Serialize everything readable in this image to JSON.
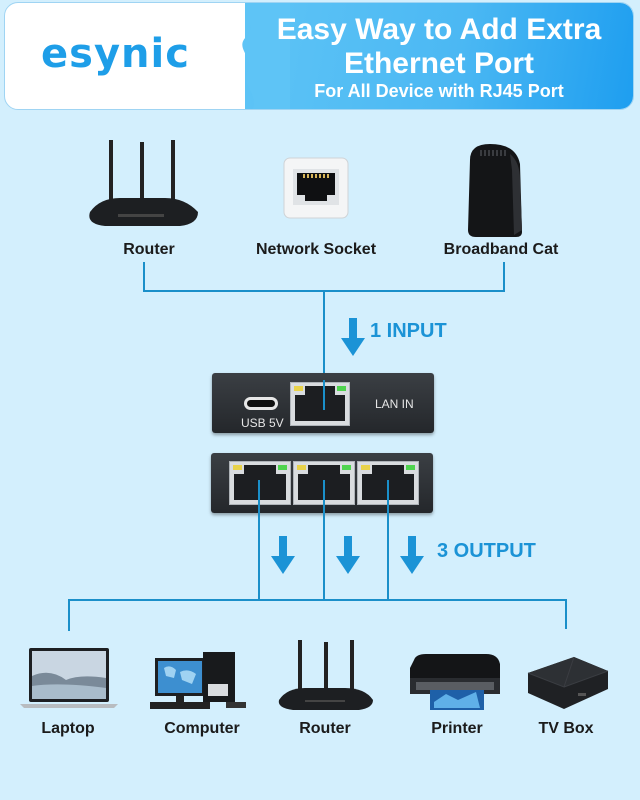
{
  "header": {
    "brand": "esynic",
    "title_line1": "Easy Way to Add Extra",
    "title_line2": "Ethernet Port",
    "subtitle": "For All Device with RJ45 Port"
  },
  "sources": [
    {
      "label": "Router",
      "icon": "router-icon"
    },
    {
      "label": "Network Socket",
      "icon": "network-socket-icon"
    },
    {
      "label": "Broadband Cat",
      "icon": "broadband-modem-icon"
    }
  ],
  "input_tag": "1 INPUT",
  "splitter": {
    "input_box": {
      "usb_label": "USB 5V",
      "lan_label": "LAN IN"
    },
    "output_port_count": 3
  },
  "output_tag": "3 OUTPUT",
  "targets": [
    {
      "label": "Laptop",
      "icon": "laptop-icon"
    },
    {
      "label": "Computer",
      "icon": "desktop-computer-icon"
    },
    {
      "label": "Router",
      "icon": "router-icon"
    },
    {
      "label": "Printer",
      "icon": "printer-icon"
    },
    {
      "label": "TV Box",
      "icon": "tv-box-icon"
    }
  ],
  "colors": {
    "background": "#d3effd",
    "brand_blue": "#1e9ee8",
    "line_blue": "#1a8fc9",
    "arrow_blue": "#1b93d6"
  }
}
